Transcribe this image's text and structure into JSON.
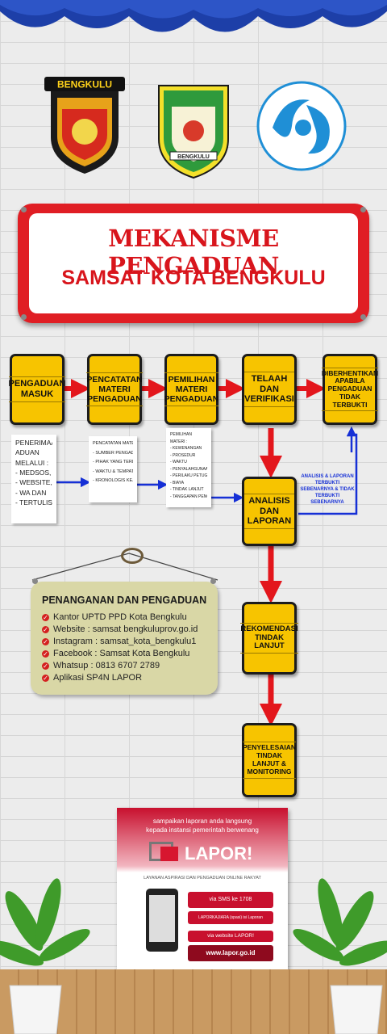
{
  "logos": {
    "police_label": "BENGKULU",
    "city_banner": "BENGKULU"
  },
  "sign": {
    "title": "MEKANISME PENGADUAN",
    "subtitle": "SAMSAT KOTA BENGKULU"
  },
  "flow": {
    "box1": "PENGADUAN MASUK",
    "box2": "PENCATATAN MATERI PENGADUAN",
    "box3": "PEMILIHAN MATERI PENGADUAN",
    "box4": "TELAAH DAN VERIFIKASI",
    "box5": "DIBERHENTIKAN APABILA PENGADUAN TIDAK TERBUKTI",
    "box6": "ANALISIS DAN LAPORAN",
    "box7": "REKOMENDASI TINDAK LANJUT",
    "box8": "PENYELESAIAN TINDAK LANJUT & MONITORING",
    "side_note": "ANALISIS & LAPORAN TERBUKTI SEBENARNYA & TIDAK TERBUKTI SEBENARNYA"
  },
  "papers": {
    "p1": [
      "PENERIMAAN",
      "ADUAN",
      "MELALUI :",
      "- MEDSOS,",
      "- WEBSITE,",
      "- WA DAN",
      "- TERTULIS"
    ],
    "p2": [
      "PENCATATAN MATERI :",
      "- SUMBER PENGADUAN",
      "- PIHAK YANG TERLIBAT",
      "- WAKTU & TEMPAT KEJADIAN",
      "- KRONOLOGIS KEJADIAN"
    ],
    "p3": [
      "PEMILIHAN",
      "MATERI :",
      "- KEWENANGAN",
      "- PROSEDUR",
      "- WAKTU",
      "- PENYALAHGUNAAN WEWENANG",
      "- PERILAKU PETUGAS",
      "- BIAYA",
      "- TINDAK LANJUT",
      "- TANGGAPAN PENGADUAN"
    ]
  },
  "note": {
    "title": "PENANGANAN DAN PENGADUAN",
    "items": [
      "Kantor UPTD PPD Kota Bengkulu",
      "Website : samsat bengkuluprov.go.id",
      "Instagram : samsat_kota_bengkulu1",
      "Facebook : Samsat Kota Bengkulu",
      "Whatsup : 0813 6707 2789",
      "Aplikasi SP4N LAPOR"
    ]
  },
  "poster": {
    "line1": "sampaikan laporan anda langsung",
    "line2": "kepada instansi pemerintah berwenang",
    "brand": "LAPOR!",
    "tagline": "LAYANAN ASPIRASI DAN PENGADUAN ONLINE RAKYAT",
    "sms": "via SMS ke 1708",
    "sms_format": "LAPORKAJIARA (spasi) isi Laporan",
    "web_label": "via website LAPOR!",
    "web_url": "www.lapor.go.id"
  },
  "colors": {
    "sign_red": "#e01e24",
    "box_yellow": "#f7c400",
    "arrow_red": "#e3161c",
    "arrow_blue": "#1630d6",
    "curtain_blue": "#1d3fa8",
    "lapor_red": "#d7162f"
  }
}
